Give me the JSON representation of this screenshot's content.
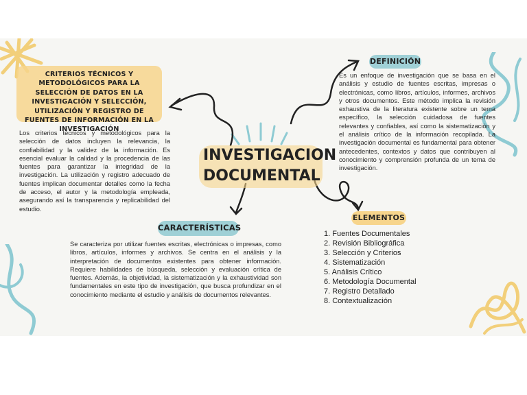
{
  "center": {
    "line1": "INVESTIGACION",
    "line2": "DOCUMENTAL"
  },
  "criterios": {
    "title": "CRITERIOS TÉCNICOS Y METODOLÓGICOS PARA LA SELECCIÓN DE DATOS EN LA INVESTIGACIÓN Y SELECCIÓN, UTILIZACIÓN Y REGISTRO DE FUENTES DE INFORMACIÓN EN LA INVESTIGACIÓN",
    "body": "Los criterios técnicos y metodológicos para la selección de datos incluyen la relevancia, la confiabilidad y la validez de la información. Es esencial evaluar la calidad y la procedencia de las fuentes para garantizar la integridad de la investigación. La utilización y registro adecuado de fuentes implican documentar detalles como la fecha de acceso, el autor y la metodología empleada, asegurando así la transparencia y replicabilidad del estudio."
  },
  "definicion": {
    "title": "DEFINICIÓN",
    "body": "Es un enfoque de investigación que se basa en el análisis y estudio de fuentes escritas, impresas o electrónicas, como libros, artículos, informes, archivos y otros documentos. Este método implica la revisión exhaustiva de la literatura existente sobre un tema específico, la selección cuidadosa de fuentes relevantes y confiables, así como la sistematización y el análisis crítico de la información recopilada. La investigación documental es fundamental para obtener antecedentes, contextos y datos que contribuyen al conocimiento y comprensión profunda de un tema de investigación."
  },
  "caracteristicas": {
    "title": "CARACTERÍSTICAS",
    "body": "Se caracteriza por utilizar fuentes escritas, electrónicas o impresas, como libros, artículos, informes y archivos. Se centra en el análisis y la interpretación de documentos existentes para obtener información. Requiere habilidades de búsqueda, selección y evaluación crítica de fuentes. Además, la objetividad, la sistematización y la exhaustividad son fundamentales en este tipo de investigación, que busca profundizar en el conocimiento mediante el estudio y análisis de documentos relevantes."
  },
  "elementos": {
    "title": "ELEMENTOS",
    "items": [
      "1.  Fuentes Documentales",
      "2. Revisión Bibliográfica",
      "3. Selección y Criterios",
      "4. Sistematización",
      "5. Análisis Crítico",
      "6. Metodología Documental",
      "7. Registro Detallado",
      "8. Contextualización"
    ]
  },
  "colors": {
    "background": "#f6f6f3",
    "highlight_yellow": "#f7d58c",
    "pill_blue": "#9fd0d6",
    "swirl_blue": "#8fcbd3",
    "text": "#222222"
  }
}
